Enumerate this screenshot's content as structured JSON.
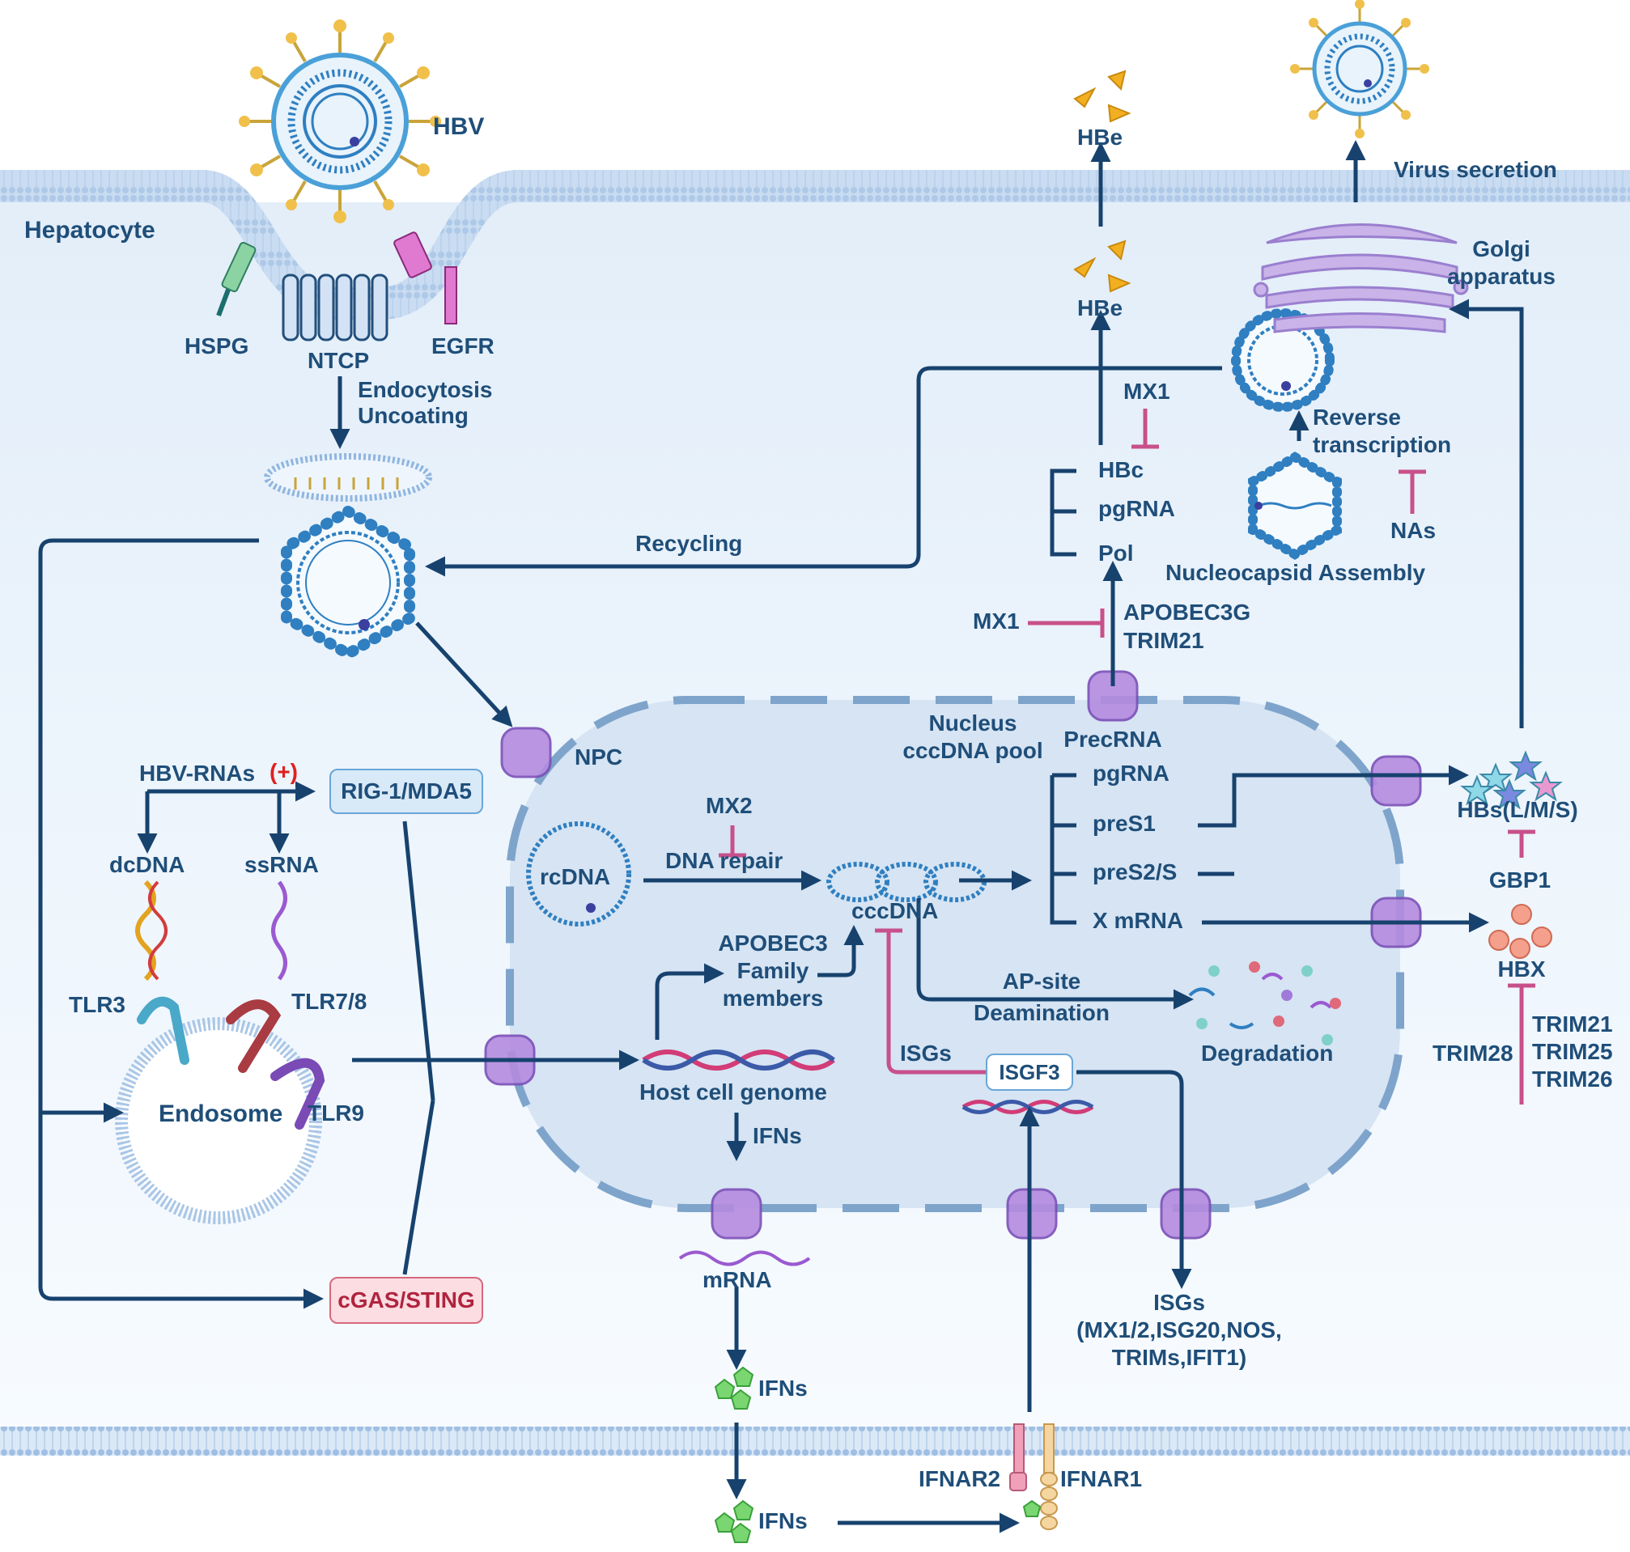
{
  "labels": {
    "hbv": "HBV",
    "hepatocyte": "Hepatocyte",
    "hspg": "HSPG",
    "ntcp": "NTCP",
    "egfr": "EGFR",
    "endocytosis": "Endocytosis",
    "uncoating": "Uncoating",
    "recycling": "Recycling",
    "npc": "NPC",
    "hbv_rnas": "HBV-RNAs",
    "plus": "(+)",
    "dcdna": "dcDNA",
    "ssrna": "ssRNA",
    "tlr3": "TLR3",
    "tlr78": "TLR7/8",
    "tlr9": "TLR9",
    "endosome": "Endosome",
    "hbe_top": "HBe",
    "hbe_mid": "HBe",
    "virus_secretion": "Virus secretion",
    "golgi_1": "Golgi",
    "golgi_2": "apparatus",
    "mx1_upper": "MX1",
    "hbc": "HBc",
    "pgrna_upper": "pgRNA",
    "pol": "Pol",
    "reverse_1": "Reverse",
    "reverse_2": "transcription",
    "nas": "NAs",
    "nucleocapsid": "Nucleocapsid Assembly",
    "mx1_lower": "MX1",
    "apobec3g": "APOBEC3G",
    "trim21_a": "TRIM21",
    "nucleus_1": "Nucleus",
    "nucleus_2": "cccDNA pool",
    "precrna": "PrecRNA",
    "pgrna": "pgRNA",
    "pres1": "preS1",
    "pres2s": "preS2/S",
    "xmrna": "X mRNA",
    "hbs": "HBs(L/M/S)",
    "gbp1": "GBP1",
    "hbx": "HBX",
    "trim28": "TRIM28",
    "trim21_b": "TRIM21",
    "trim25": "TRIM25",
    "trim26": "TRIM26",
    "mx2": "MX2",
    "dna_repair": "DNA repair",
    "rcdna": "rcDNA",
    "cccdna": "cccDNA",
    "apobec3_1": "APOBEC3",
    "apobec3_2": "Family",
    "apobec3_3": "members",
    "apsite": "AP-site",
    "deamination": "Deamination",
    "degradation": "Degradation",
    "isgs_inner": "ISGs",
    "isgf3": "ISGF3",
    "host_genome": "Host cell genome",
    "ifns_1": "IFNs",
    "mrna": "mRNA",
    "ifns_2": "IFNs",
    "ifns_3": "IFNs",
    "isgs_out_1": "ISGs",
    "isgs_out_2": "(MX1/2,ISG20,NOS,",
    "isgs_out_3": "TRIMs,IFIT1)",
    "ifnar2": "IFNAR2",
    "ifnar1": "IFNAR1",
    "rig": "RIG-1/MDA5",
    "cgas": "cGAS/STING"
  },
  "colors": {
    "text": "#1f4e79",
    "arrow": "#17426e",
    "inhibit": "#c8508a",
    "membrane": "#a9c6e6",
    "cytoplasm": "#eaf2fb",
    "nucleus": "#d6e4f3",
    "capsid": "#2f7fc1",
    "pore": "#8a5cc4",
    "rig_box": "#d8e9f8",
    "cgas_box": "#fbdde2",
    "cgas_text": "#b0243e",
    "plus": "#e02020"
  }
}
